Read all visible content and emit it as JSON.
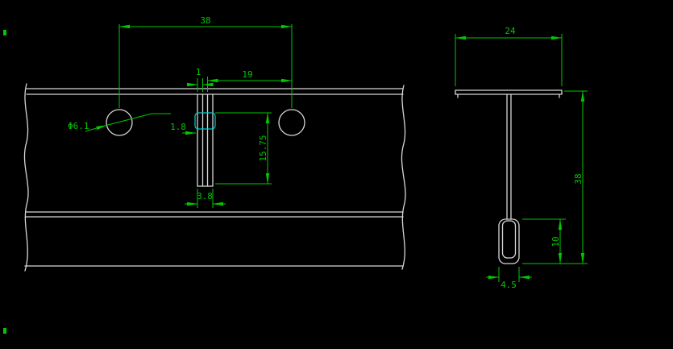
{
  "window": {
    "background": "#000000"
  },
  "colors": {
    "bg": "#000000",
    "object": "#d6d6d6",
    "dimension": "#00c800",
    "detail": "#00cdcd"
  },
  "front_view": {
    "dim_hole_spacing": "38",
    "dim_hole_to_slot": "19",
    "dim_tab_offset": "1",
    "dim_tab_thickness": "1.8",
    "dim_slot_length": "15.75",
    "dim_slot_width": "3.8",
    "label_hole_diameter": "Φ6.1"
  },
  "section_view": {
    "dim_flange_width": "24",
    "dim_overall_height": "38",
    "dim_bulb_height": "10",
    "dim_bulb_width": "4.5"
  }
}
